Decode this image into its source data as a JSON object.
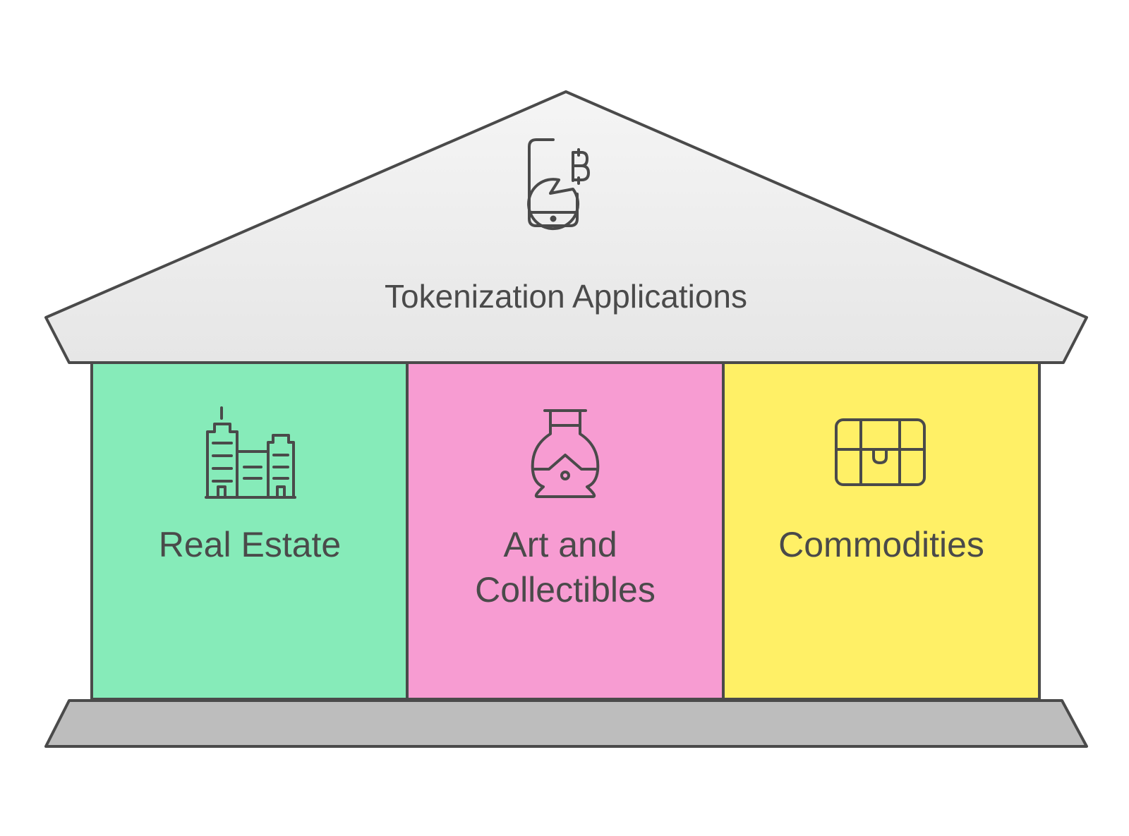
{
  "title": "Tokenization Applications",
  "pillars": [
    {
      "label_lines": [
        "Real Estate"
      ],
      "icon": "buildings-icon",
      "color": "#86EBB9"
    },
    {
      "label_lines": [
        "Art and",
        "Collectibles"
      ],
      "icon": "vase-icon",
      "color": "#F79CD2"
    },
    {
      "label_lines": [
        "Commodities"
      ],
      "icon": "treasure-chest-icon",
      "color": "#FFF066"
    }
  ],
  "roof_icon": "bitcoin-phone-icon",
  "colors": {
    "roof_top": "#F5F5F5",
    "roof_bottom": "#E6E6E6",
    "base": "#BDBDBD",
    "outline": "#4A4A4A"
  }
}
